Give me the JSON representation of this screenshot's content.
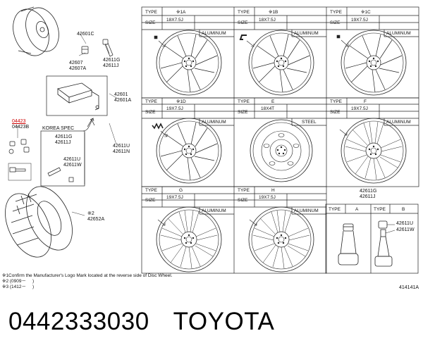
{
  "part_numbers": {
    "valve_cap": "42601C",
    "lug_nut": "42607",
    "ornament": "42607A",
    "lug_nut_g": "42611G",
    "lug_nut_j": "42611J",
    "sensor_kit": "42601",
    "sensor_kit_a": "42601A",
    "sensor_sub": "04423",
    "sensor_b": "04423B",
    "korea_spec": "KOREA SPEC",
    "valve_k1": "42611G",
    "valve_k2": "42611J",
    "valve_k3": "42611U",
    "valve_k4": "42611W",
    "valve_u": "42611U",
    "valve_n": "42611N",
    "tire_note": "※2",
    "tire": "42652A"
  },
  "wheel_table": {
    "headers": {
      "type": "TYPE",
      "size": "SIZE"
    },
    "wheels": [
      {
        "type": "※1A",
        "size": "18X7.5J",
        "material": "ALUMINUM"
      },
      {
        "type": "※1B",
        "size": "18X7.5J",
        "material": "ALUMINUM"
      },
      {
        "type": "※1C",
        "size": "19X7.5J",
        "material": "ALUMINUM"
      },
      {
        "type": "※1D",
        "size": "19X7.5J",
        "material": "ALUMINUM"
      },
      {
        "type": "E",
        "size": "18X4T",
        "material": "STEEL"
      },
      {
        "type": "F",
        "size": "19X7.5J",
        "material": "ALUMINUM"
      },
      {
        "type": "G",
        "size": "19X7.5J",
        "material": "ALUMINUM"
      },
      {
        "type": "H",
        "size": "19X7.5J",
        "material": "ALUMINUM"
      }
    ]
  },
  "valve_callout": {
    "line1": "42611G",
    "line2": "42611J"
  },
  "valve_table": {
    "type_label": "TYPE",
    "type_a": "A",
    "type_b": "B",
    "part_1": "42611U",
    "part_2": "42611W"
  },
  "notes": {
    "note1": "※1Confirm the Manufacturer's Logo Mark located at the reverse side of Disc Wheel.",
    "note2": "※2 (0909－     )",
    "note3": "※3 (1412－     )"
  },
  "diagram_code": "414141A",
  "footer": {
    "part_number": "0442333030",
    "brand": "TOYOTA"
  }
}
